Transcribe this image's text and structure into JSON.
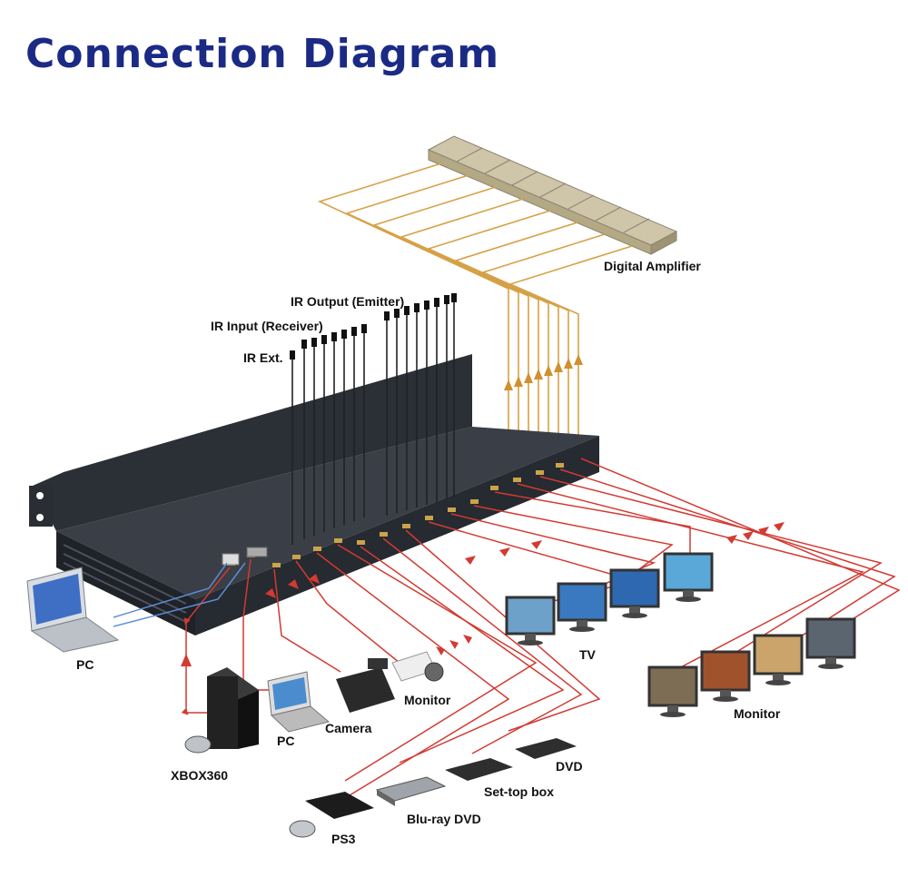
{
  "title": "Connection Diagram",
  "labels": {
    "digital_amplifier": "Digital Amplifier",
    "ir_output": "IR Output (Emitter)",
    "ir_input": "IR Input (Receiver)",
    "ir_ext": "IR Ext.",
    "pc_laptop": "PC",
    "pc_small": "PC",
    "camera": "Camera",
    "monitor_cam": "Monitor",
    "xbox": "XBOX360",
    "tv": "TV",
    "monitor_group": "Monitor",
    "dvd": "DVD",
    "settop": "Set-top box",
    "bluray": "Blu-ray DVD",
    "ps3": "PS3"
  },
  "colors": {
    "title": "#1b2a85",
    "hdmi_cable": "#d23a32",
    "audio_cable": "#d6a146",
    "ir_cable": "#222222",
    "lan_cable": "#5b8fd6",
    "chassis": "#2b2f36"
  }
}
